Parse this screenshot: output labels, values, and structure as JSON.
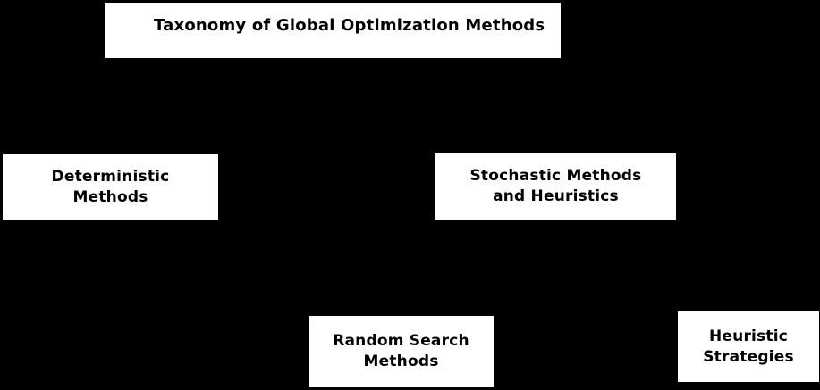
{
  "diagram": {
    "title": "Taxonomy of Global Optimization Methods",
    "nodes": {
      "deterministic": {
        "line1": "Deterministic",
        "line2": "Methods"
      },
      "stochastic": {
        "line1": "Stochastic Methods",
        "line2": "and Heuristics"
      },
      "random_search": {
        "line1": "Random Search",
        "line2": "Methods"
      },
      "heuristic": {
        "line1": "Heuristic",
        "line2": "Strategies"
      }
    }
  },
  "colors": {
    "background": "#000000",
    "node_fill": "#ffffff",
    "text": "#000000"
  }
}
